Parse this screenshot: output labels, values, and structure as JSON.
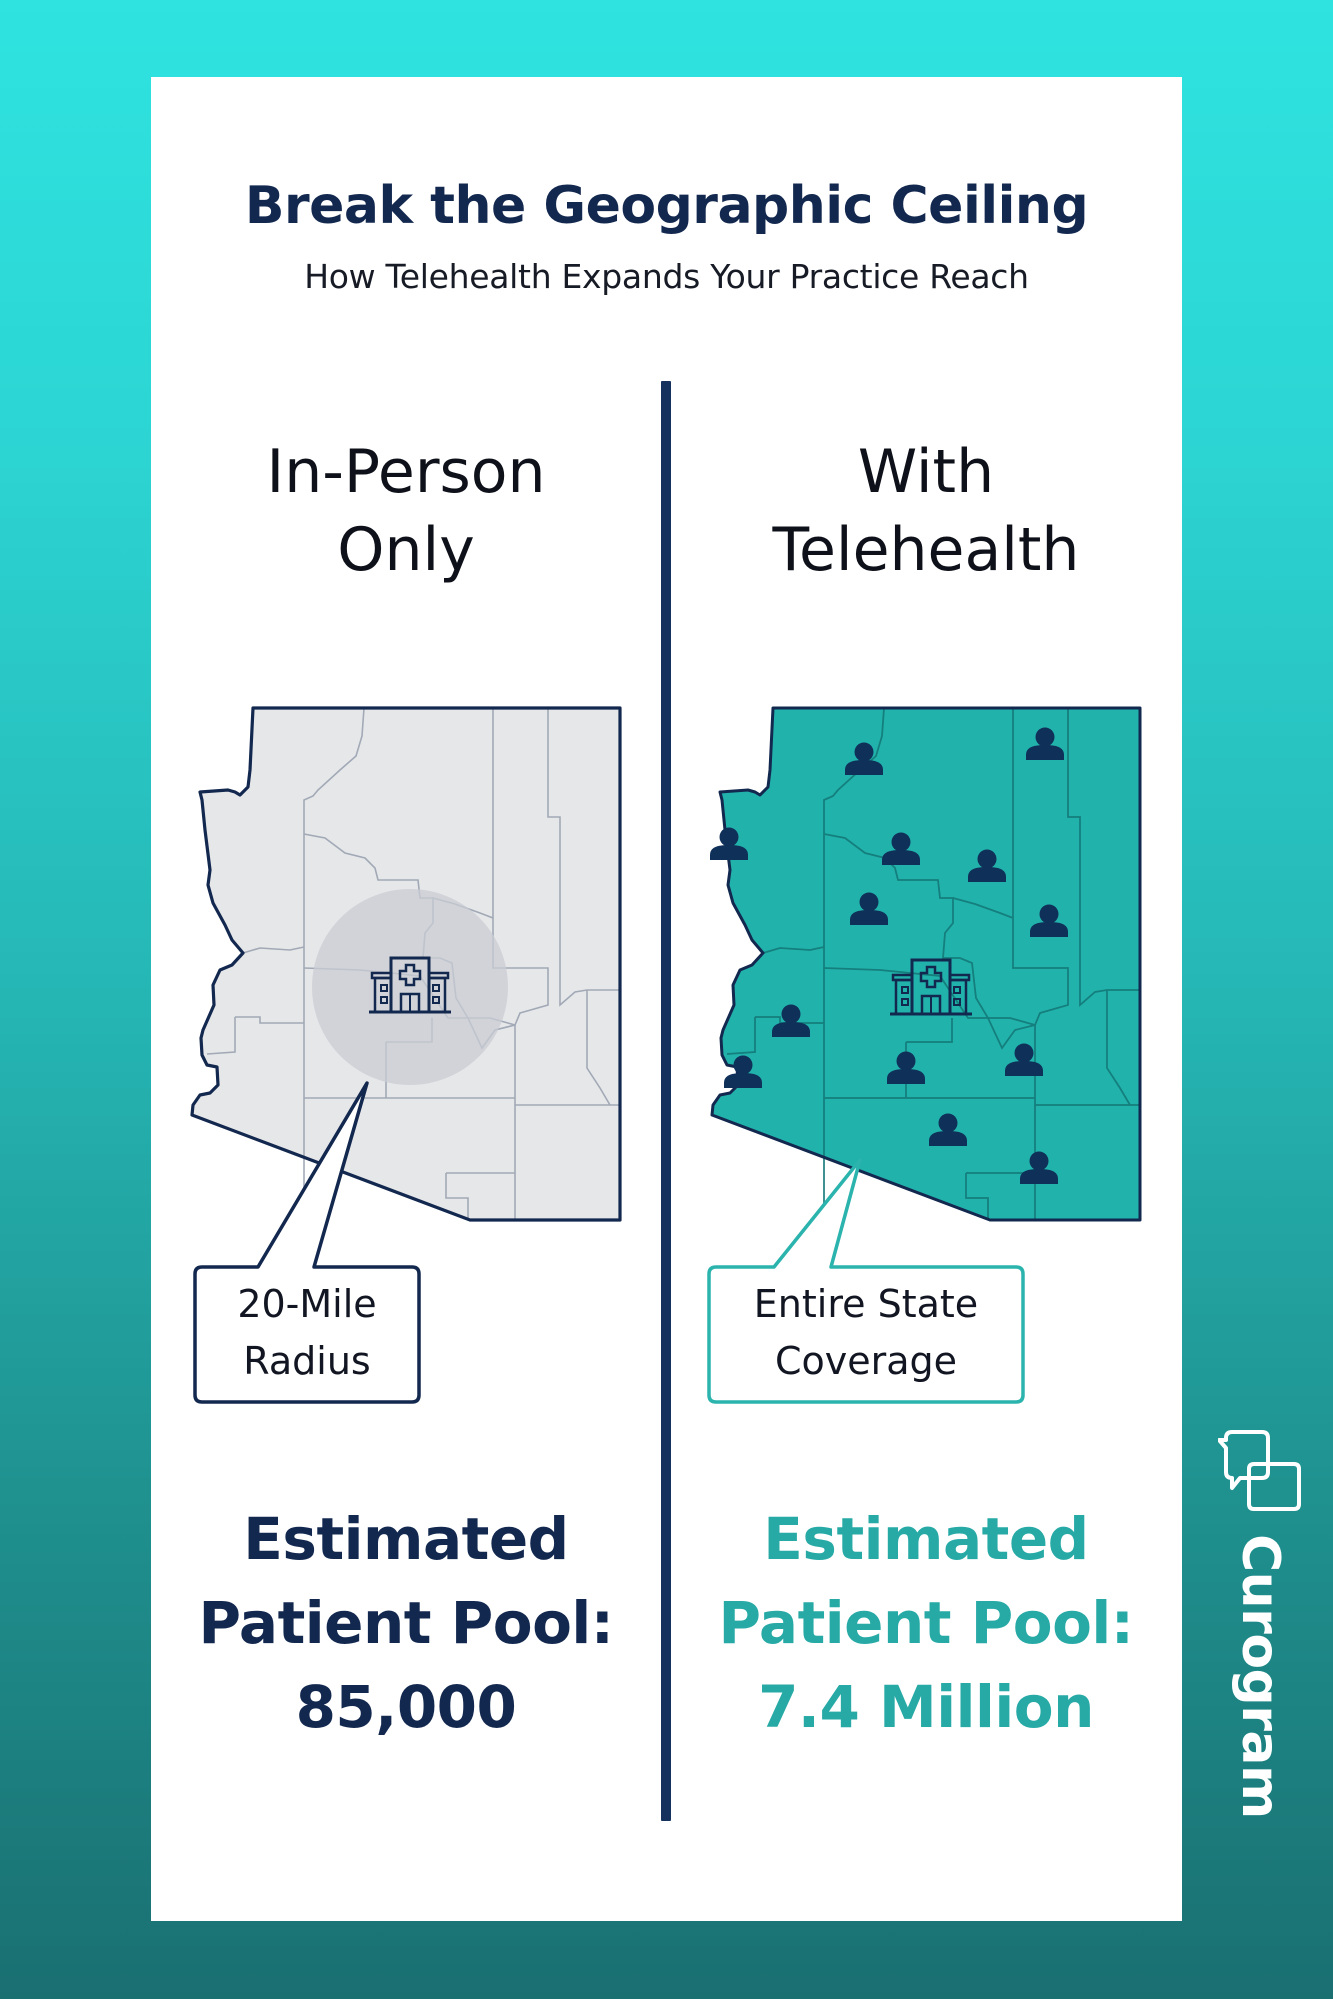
{
  "header": {
    "title": "Break the Geographic Ceiling",
    "subtitle": "How Telehealth Expands Your Practice Reach"
  },
  "columns": {
    "left": {
      "heading": [
        "In-Person",
        "Only"
      ],
      "map": {
        "style": "gray",
        "fill": "#e6e7e9",
        "highlight": "radius circle around clinic",
        "icons": [
          "hospital-icon"
        ]
      },
      "callout": [
        "20-Mile",
        "Radius"
      ],
      "stat": {
        "label_line1": "Estimated",
        "label_line2": "Patient Pool:",
        "value": "85,000"
      }
    },
    "right": {
      "heading": [
        "With",
        "Telehealth"
      ],
      "map": {
        "style": "teal",
        "fill": "#22b2ac",
        "icons": [
          "hospital-icon"
        ],
        "patient_icon_count": 13
      },
      "callout": [
        "Entire State",
        "Coverage"
      ],
      "stat": {
        "label_line1": "Estimated",
        "label_line2": "Patient Pool:",
        "value": "7.4 Million"
      }
    }
  },
  "brand": {
    "name": "Curogram",
    "icon": "chat-bubbles-icon"
  },
  "colors": {
    "navy": "#13284f",
    "teal": "#27aaa6",
    "map_teal": "#22b2ac",
    "map_gray": "#e6e7e9",
    "bg_top": "#2ee3e0",
    "bg_bottom": "#1a6f71"
  }
}
